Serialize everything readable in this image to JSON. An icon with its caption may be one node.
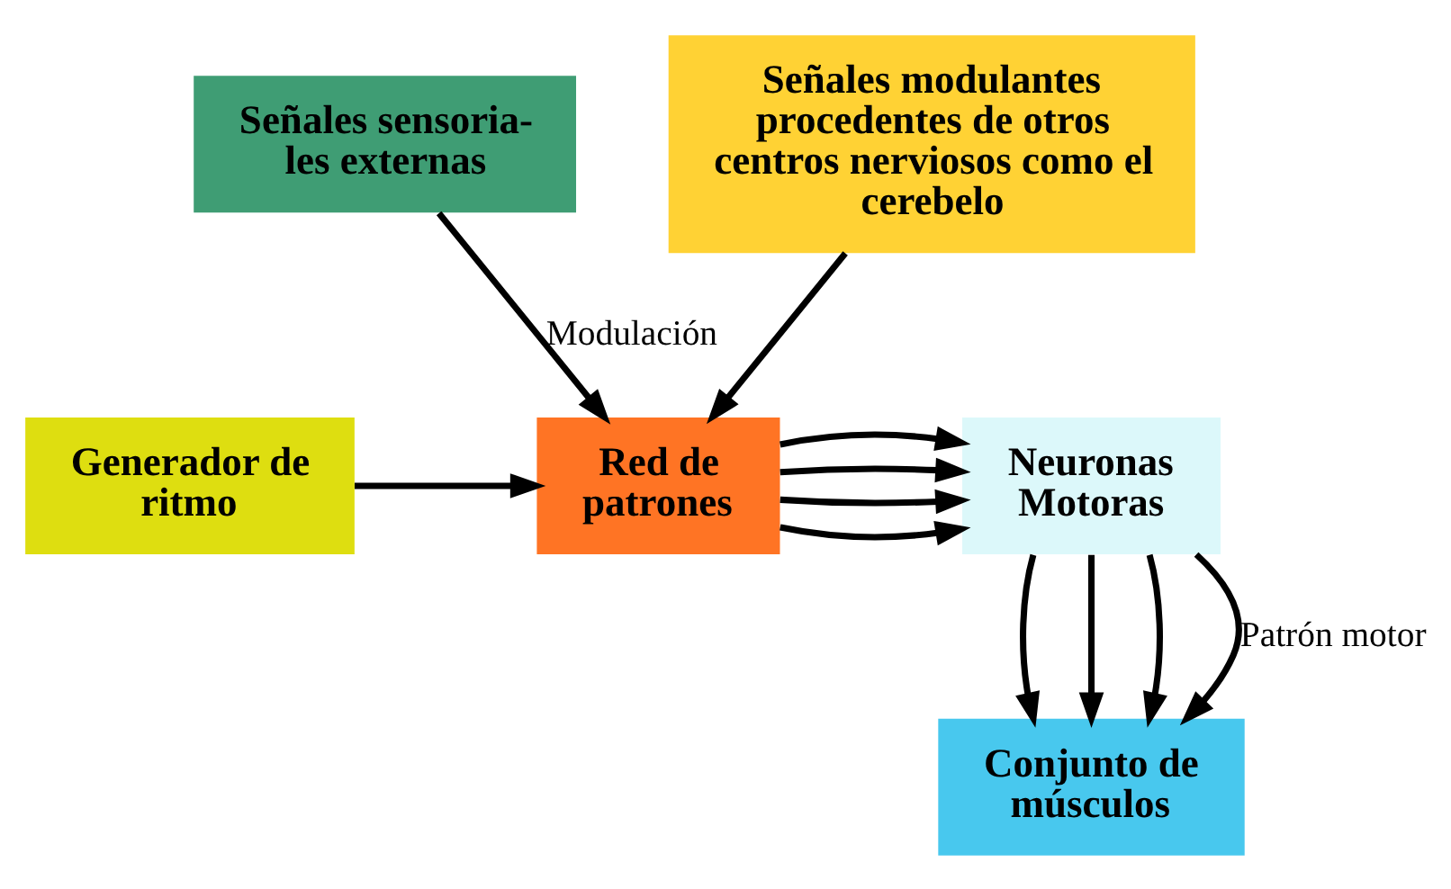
{
  "diagram": {
    "nodes": [
      {
        "text": [
          "Señales sensoria- les externas"
        ]
      },
      {
        "text": [
          "Señales modulantes procedentes de otros centros nerviosos como el cerebelo"
        ]
      },
      {
        "text": [
          "Generador de ritmo"
        ]
      },
      {
        "text": [
          "Red de patrones"
        ]
      },
      {
        "text": [
          "Neuronas Motoras"
        ]
      },
      {
        "text": [
          "Conjunto de músculos"
        ]
      }
    ],
    "edges": [
      {
        "from": 0,
        "to": 3,
        "arrow": "to",
        "label": "Modulación"
      },
      {
        "from": 1,
        "to": 3,
        "arrow": "to"
      },
      {
        "from": 2,
        "to": 3,
        "arrow": "to"
      },
      {
        "from": 3,
        "to": 4,
        "arrow": "to"
      },
      {
        "from": 3,
        "to": 4,
        "arrow": "to"
      },
      {
        "from": 3,
        "to": 4,
        "arrow": "to"
      },
      {
        "from": 3,
        "to": 4,
        "arrow": "to"
      },
      {
        "from": 4,
        "to": 5,
        "arrow": "to"
      },
      {
        "from": 4,
        "to": 5,
        "arrow": "to"
      },
      {
        "from": 4,
        "to": 5,
        "arrow": "to"
      },
      {
        "from": 4,
        "to": 5,
        "arrow": "to",
        "label": "Patrón motor"
      }
    ]
  }
}
